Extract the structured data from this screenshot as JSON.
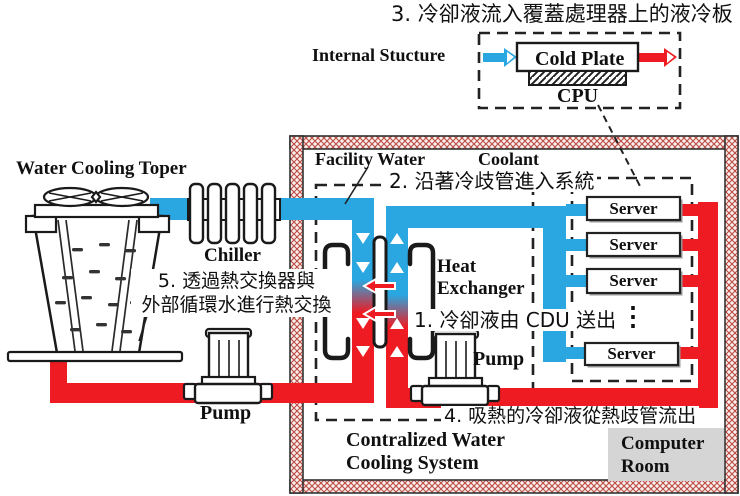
{
  "annotations": {
    "step1": "1. 冷卻液由 CDU 送出",
    "step2": "2. 沿著冷歧管進入系統",
    "step3": "3. 冷卻液流入覆蓋處理器上的液冷板",
    "step4": "4. 吸熱的冷卻液從熱歧管流出",
    "step5_line1": "5. 透過熱交換器與",
    "step5_line2": "外部循環水進行熱交換"
  },
  "internal_structure": {
    "label": "Internal Stucture",
    "cold_plate": "Cold Plate",
    "cpu": "CPU"
  },
  "external_loop": {
    "tower": "Water Cooling Toper",
    "chiller": "Chiller",
    "pump": "Pump"
  },
  "cdu": {
    "facility_water": "Facility Water",
    "coolant": "Coolant",
    "heat_exchanger_line1": "Heat",
    "heat_exchanger_line2": "Exchanger",
    "pump": "Pump",
    "system_line1": "Contralized Water",
    "system_line2": "Cooling System"
  },
  "computer_room": {
    "label_line1": "Computer",
    "label_line2": "Room",
    "ellipsis": "⋮",
    "servers": [
      "Server",
      "Server",
      "Server",
      "Server"
    ]
  },
  "colors": {
    "cold_pipe": "#2aa7e0",
    "hot_pipe": "#ee1b22"
  }
}
